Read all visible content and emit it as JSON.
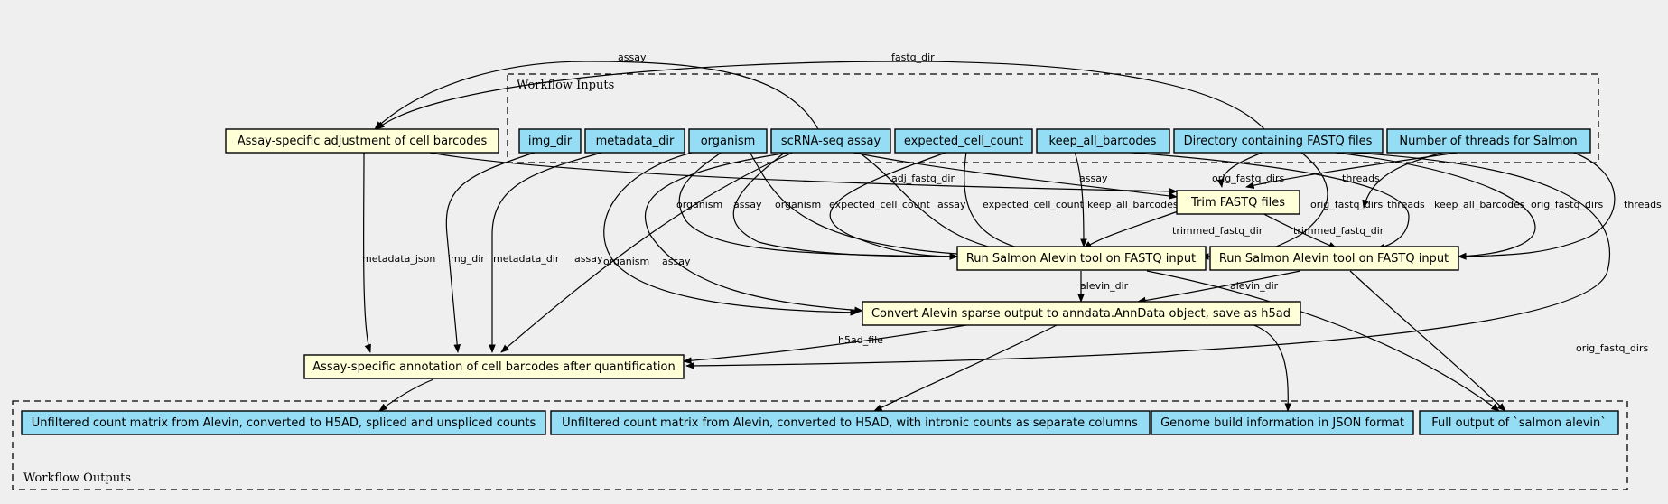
{
  "clusters": {
    "inputs": "Workflow Inputs",
    "outputs": "Workflow Outputs"
  },
  "inputs": {
    "img_dir": "img_dir",
    "metadata_dir": "metadata_dir",
    "organism": "organism",
    "assay": "scRNA-seq assay",
    "expected_cell_count": "expected_cell_count",
    "keep_all_barcodes": "keep_all_barcodes",
    "fastq_dir": "Directory containing FASTQ files",
    "threads": "Number of threads for Salmon"
  },
  "steps": {
    "adjust_barcodes": "Assay-specific adjustment of cell barcodes",
    "trim_fastq": "Trim FASTQ files",
    "salmon_a": "Run Salmon Alevin tool on FASTQ input",
    "salmon_b": "Run Salmon Alevin tool on FASTQ input",
    "convert": "Convert Alevin sparse output to anndata.AnnData object, save as h5ad",
    "annotate": "Assay-specific annotation of cell barcodes after quantification"
  },
  "outputs": {
    "unfiltered_spliced": "Unfiltered count matrix from Alevin, converted to H5AD, spliced and unspliced counts",
    "unfiltered_intronic": "Unfiltered count matrix from Alevin, converted to H5AD, with intronic counts as separate columns",
    "genome_build": "Genome build information in JSON format",
    "salmon_output": "Full output of `salmon alevin`"
  },
  "edge_labels": {
    "assay": "assay",
    "fastq_dir": "fastq_dir",
    "adj_fastq_dir": "adj_fastq_dir",
    "orig_fastq_dirs": "orig_fastq_dirs",
    "threads": "threads",
    "organism": "organism",
    "expected_cell_count": "expected_cell_count",
    "keep_all_barcodes": "keep_all_barcodes",
    "trimmed_fastq_dir": "trimmed_fastq_dir",
    "alevin_dir": "alevin_dir",
    "metadata_json": "metadata_json",
    "img_dir": "img_dir",
    "metadata_dir": "metadata_dir",
    "h5ad_file": "h5ad_file"
  }
}
